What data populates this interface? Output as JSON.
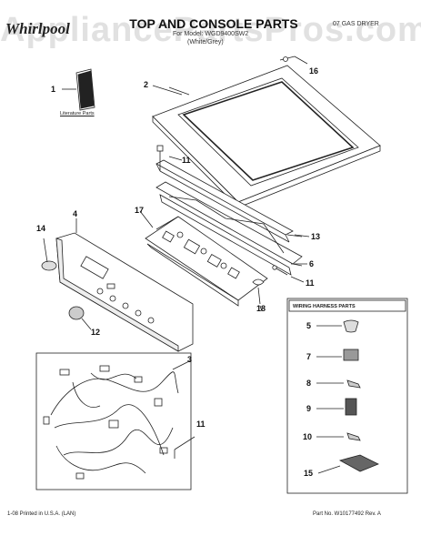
{
  "header": {
    "watermark": "AppliancePartsPros.com",
    "brand": "Whirlpool",
    "title": "TOP AND CONSOLE PARTS",
    "model": "For Model: WGD9400SW2",
    "color": "(White/Grey)",
    "product_type": "07 GAS DRYER"
  },
  "literature_label": "Literature Parts",
  "wiring_box_title": "WIRING HARNESS PARTS",
  "callouts": {
    "c1": "1",
    "c2": "2",
    "c3": "3",
    "c4": "4",
    "c5": "5",
    "c6": "6",
    "c7": "7",
    "c8": "8",
    "c9": "9",
    "c10": "10",
    "c11a": "11",
    "c11b": "11",
    "c11c": "11",
    "c12": "12",
    "c13": "13",
    "c14": "14",
    "c15": "15",
    "c16": "16",
    "c17": "17",
    "c18": "18"
  },
  "footer": {
    "left": "1-08 Printed in U.S.A. (LAN)",
    "right": "Part No. W10177492 Rev. A"
  }
}
